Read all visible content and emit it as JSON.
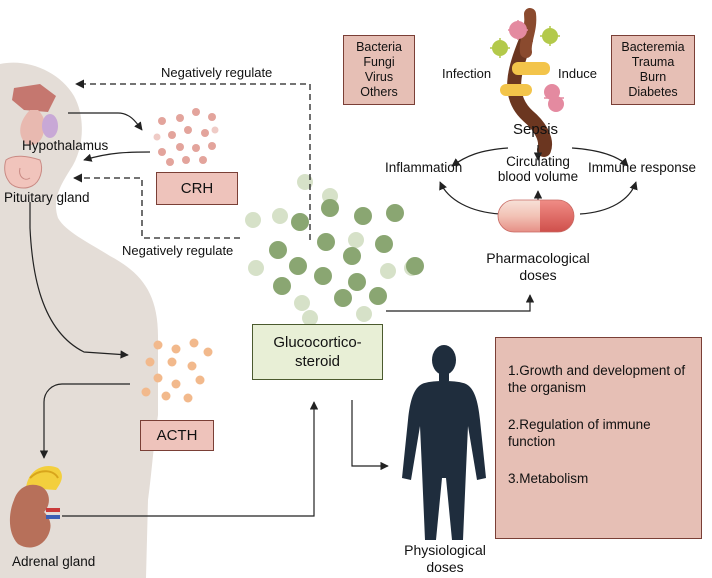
{
  "labels": {
    "negatively_regulate_top": "Negatively regulate",
    "negatively_regulate_bottom": "Negatively regulate",
    "hypothalamus": "Hypothalamus",
    "pituitary_gland": "Pituitary gland",
    "adrenal_gland": "Adrenal gland",
    "crh": "CRH",
    "acth": "ACTH",
    "glucocorticosteroid_line1": "Glucocortico-",
    "glucocorticosteroid_line2": "steroid",
    "infection": "Infection",
    "induce": "Induce",
    "sepsis": "Sepsis",
    "inflammation": "Inflammation",
    "circulating_line1": "Circulating",
    "circulating_line2": "blood volume",
    "immune_response": "Immune response",
    "pharmacological_line1": "Pharmacological",
    "pharmacological_line2": "doses",
    "physiological_line1": "Physiological",
    "physiological_line2": "doses"
  },
  "pathogens": [
    "Bacteria",
    "Fungi",
    "Virus",
    "Others"
  ],
  "causes": [
    "Bacteremia",
    "Trauma",
    "Burn",
    "Diabetes"
  ],
  "functions": [
    "1.Growth and development of the organism",
    "2.Regulation of immune function",
    "3.Metabolism"
  ],
  "colors": {
    "body_silhouette": "#e4ddd7",
    "pink_box": "#e6bfb5",
    "green_box": "#e8efd6",
    "green_dot": "#8aa672",
    "light_dot": "#d6e1c8",
    "crh_dot": "#e3a49c",
    "acth_dot": "#f2b98c",
    "pill_red": "#e66f6b",
    "pill_light": "#f6dcd3",
    "human_figure": "#1f2d3d"
  }
}
